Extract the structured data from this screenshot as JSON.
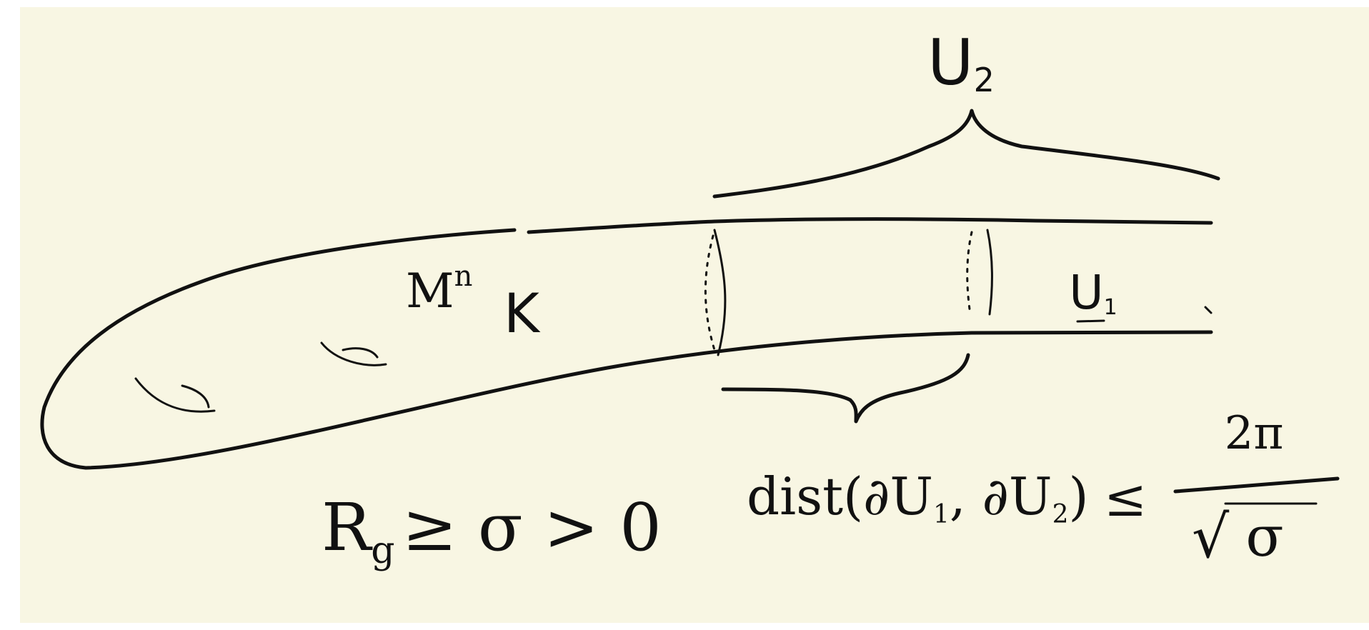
{
  "colors": {
    "paper": "#f8f6e3",
    "ink": "#111111",
    "frame": "#ffffff"
  },
  "labels": {
    "u2": "U",
    "u2_sub": "2",
    "u1": "U",
    "u1_sub": "1",
    "manifold": "M",
    "manifold_sup": "n",
    "compact": "K",
    "curvature_lhs": "R",
    "curvature_sub": "g",
    "curvature_rest": "≥ σ > 0",
    "dist_expr": "dist(∂U",
    "dist_sub1": "1",
    "dist_mid": ", ∂U",
    "dist_sub2": "2",
    "dist_close": ")",
    "leq": "≤",
    "numerator": "2π",
    "sqrt_sign": "√",
    "denominator": "σ"
  }
}
